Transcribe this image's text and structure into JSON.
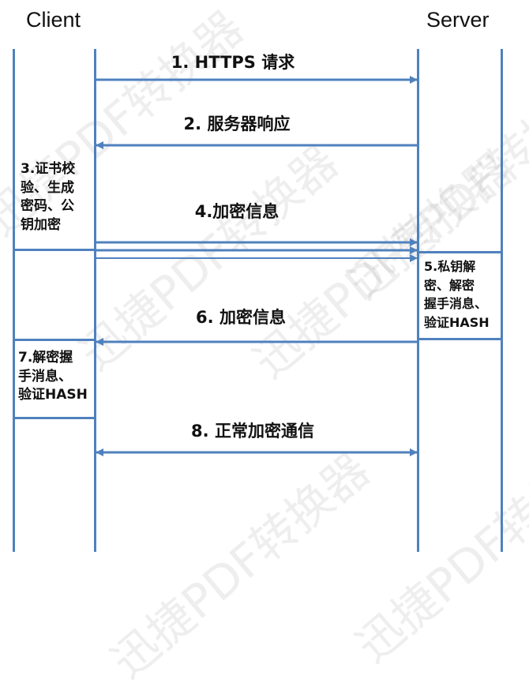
{
  "actors": {
    "client": "Client",
    "server": "Server"
  },
  "messages": [
    {
      "label": "1. HTTPS 请求",
      "from": "client",
      "to": "server"
    },
    {
      "label": "2. 服务器响应",
      "from": "server",
      "to": "client"
    },
    {
      "label": "4.加密信息",
      "from": "client",
      "to": "server"
    },
    {
      "label": "6. 加密信息",
      "from": "server",
      "to": "client"
    },
    {
      "label": "8. 正常加密通信",
      "from": "both",
      "to": "both"
    }
  ],
  "client_step_3": [
    "3.证书校",
    "验、生成",
    "密码、公",
    "钥加密"
  ],
  "server_step_5": [
    "5.私钥解",
    "密、解密",
    "握手消息、",
    "验证HASH"
  ],
  "client_step_7": [
    "7.解密握",
    "手消息、",
    "验证HASH"
  ],
  "watermark": "迅捷PDF转换器",
  "colors": {
    "line": "#4f81bd",
    "text": "#111111"
  }
}
